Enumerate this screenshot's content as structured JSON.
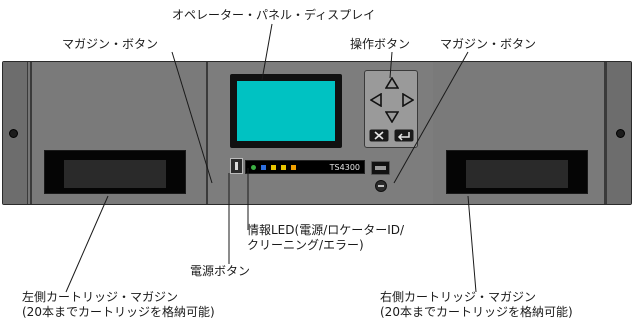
{
  "labels": {
    "operator_panel": "オペレーター・パネル・ディスプレイ",
    "magazine_button_left": "マガジン・ボタン",
    "operation_buttons": "操作ボタン",
    "magazine_button_right": "マガジン・ボタン",
    "info_led": "情報LED(電源/ロケーターID/\nクリーニング/エラー)",
    "power_button": "電源ボタン",
    "left_cartridge_magazine": "左側カートリッジ・マガジン\n(20本までカートリッジを格納可能)",
    "right_cartridge_magazine": "右側カートリッジ・マガジン\n(20本までカートリッジを格納可能)"
  },
  "device": {
    "model_label": "TS4300",
    "icons": [
      "power-icon",
      "up-arrow-icon",
      "left-arrow-icon",
      "right-arrow-icon",
      "down-arrow-icon",
      "cancel-icon",
      "enter-icon",
      "usb-port-icon"
    ],
    "colors": {
      "chassis": "#767676",
      "display": "#00c2c2",
      "led_power": "#3cb043",
      "led_locator": "#2f6fe0",
      "led_clean": "#e8c400",
      "led_error": "#f0a000"
    }
  }
}
